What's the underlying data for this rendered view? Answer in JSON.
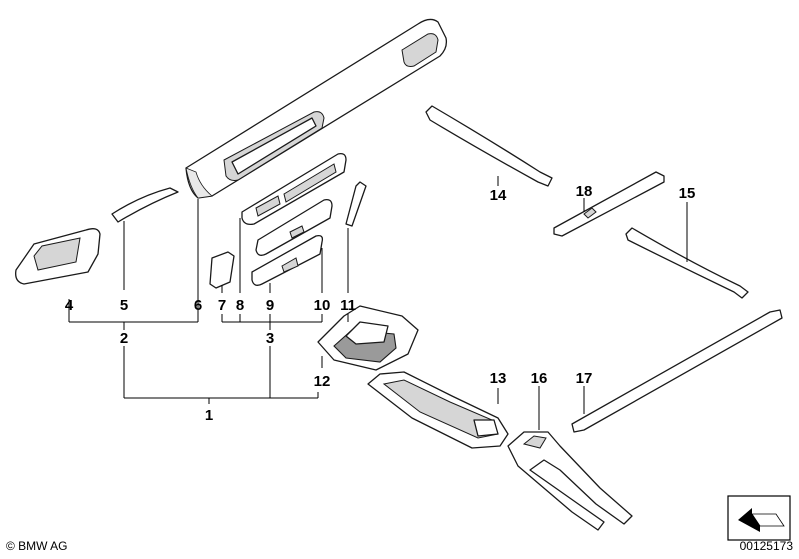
{
  "callouts": {
    "c1": "1",
    "c2": "2",
    "c3": "3",
    "c4": "4",
    "c5": "5",
    "c6": "6",
    "c7": "7",
    "c8": "8",
    "c9": "9",
    "c10": "10",
    "c11": "11",
    "c12": "12",
    "c13": "13",
    "c14": "14",
    "c15": "15",
    "c16": "16",
    "c17": "17",
    "c18": "18"
  },
  "footer": {
    "copyright": "© BMW AG",
    "reference": "00125173"
  }
}
